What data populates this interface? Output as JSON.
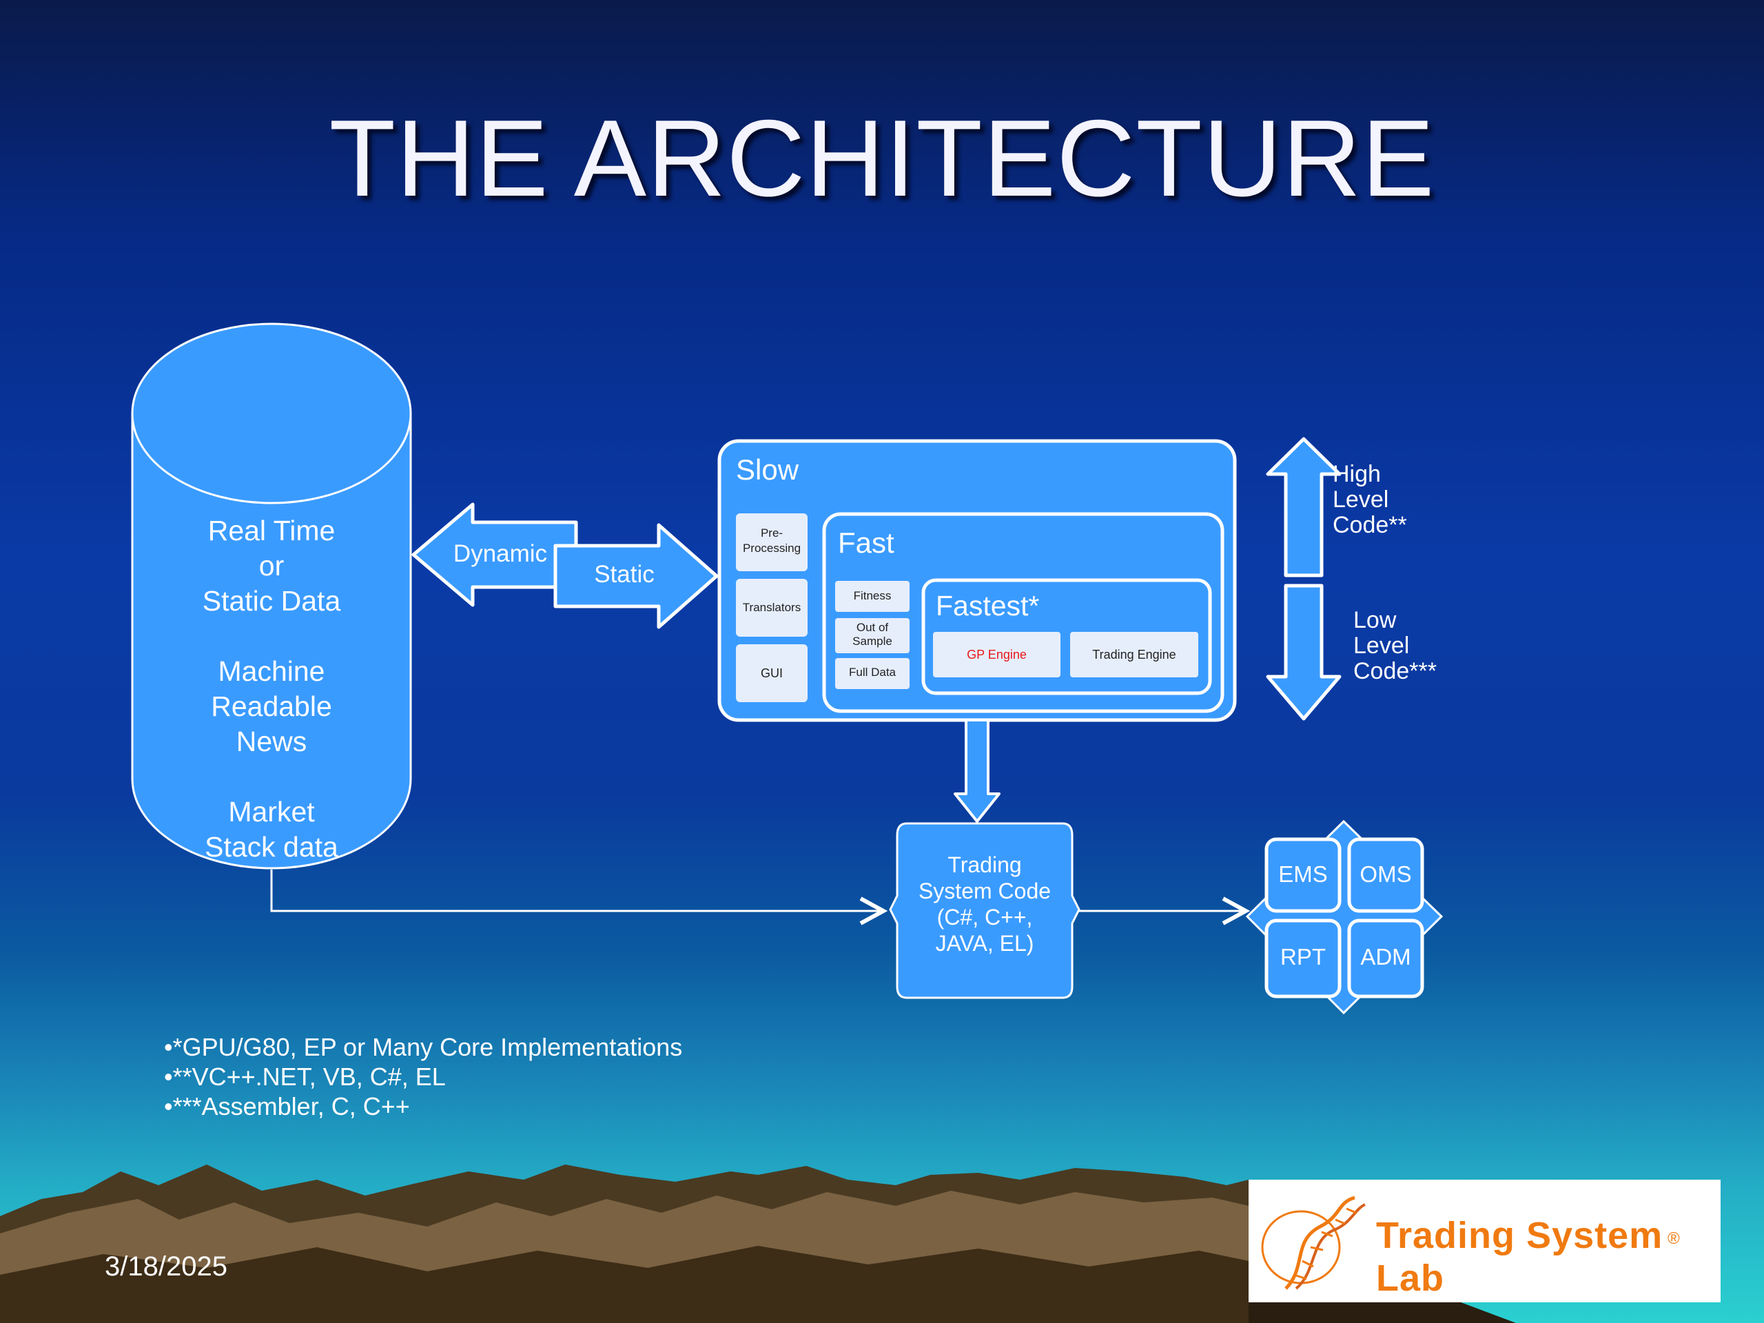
{
  "slide": {
    "title": "THE ARCHITECTURE",
    "date": "3/18/2025"
  },
  "database": {
    "lines": [
      "Real Time",
      "or",
      "Static Data",
      "",
      "Machine",
      "Readable",
      "News",
      "",
      "Market",
      "Stack data"
    ]
  },
  "arrows": {
    "dynamic": "Dynamic",
    "static": "Static"
  },
  "slow_box": {
    "label": "Slow",
    "items": [
      "Pre-Processing",
      "Translators",
      "GUI"
    ]
  },
  "fast_box": {
    "label": "Fast",
    "items": [
      "Fitness",
      "Out of Sample",
      "Full Data"
    ]
  },
  "fastest_box": {
    "label": "Fastest*",
    "gp_engine": "GP Engine",
    "trading_engine": "Trading Engine"
  },
  "code_levels": {
    "high": [
      "High",
      "Level",
      "Code**"
    ],
    "low": [
      "Low",
      "Level",
      "Code***"
    ]
  },
  "trading_system": {
    "lines": [
      "Trading",
      "System Code",
      "(C#, C++,",
      "JAVA, EL)"
    ]
  },
  "modules": [
    "EMS",
    "OMS",
    "RPT",
    "ADM"
  ],
  "footnotes": [
    "•*GPU/G80, EP or Many Core Implementations",
    "•**VC++.NET, VB, C#, EL",
    "•***Assembler, C, C++"
  ],
  "logo": {
    "name": "Trading System Lab",
    "reg": "®"
  },
  "colors": {
    "box_fill": "#3a9bff",
    "item_fill": "#e6eefc",
    "stroke": "#ffffff",
    "gp_engine_text": "#e8181c",
    "logo_orange": "#f07a10"
  }
}
